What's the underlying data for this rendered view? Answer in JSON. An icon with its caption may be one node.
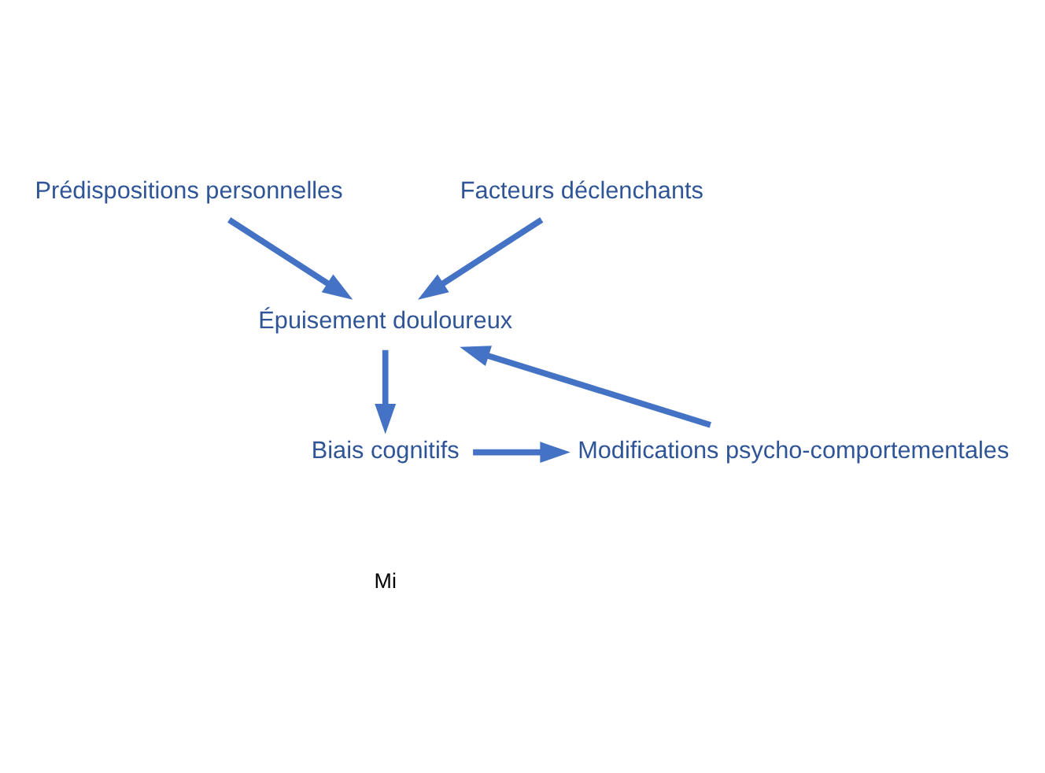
{
  "diagram": {
    "nodes": [
      {
        "text": [
          "Prédispositions personnelles"
        ]
      },
      {
        "text": [
          "Facteurs déclenchants"
        ]
      },
      {
        "text": [
          "Épuisement douloureux"
        ]
      },
      {
        "text": [
          "Biais cognitifs"
        ]
      },
      {
        "text": [
          "Modifications psycho-comportementales"
        ]
      }
    ],
    "edges": [
      {
        "from": 0,
        "to": 2,
        "arrow": "to"
      },
      {
        "from": 1,
        "to": 2,
        "arrow": "to"
      },
      {
        "from": 2,
        "to": 3,
        "arrow": "to"
      },
      {
        "from": 3,
        "to": 4,
        "arrow": "to"
      },
      {
        "from": 4,
        "to": 2,
        "arrow": "to"
      }
    ],
    "labels": [
      "Mi"
    ]
  }
}
